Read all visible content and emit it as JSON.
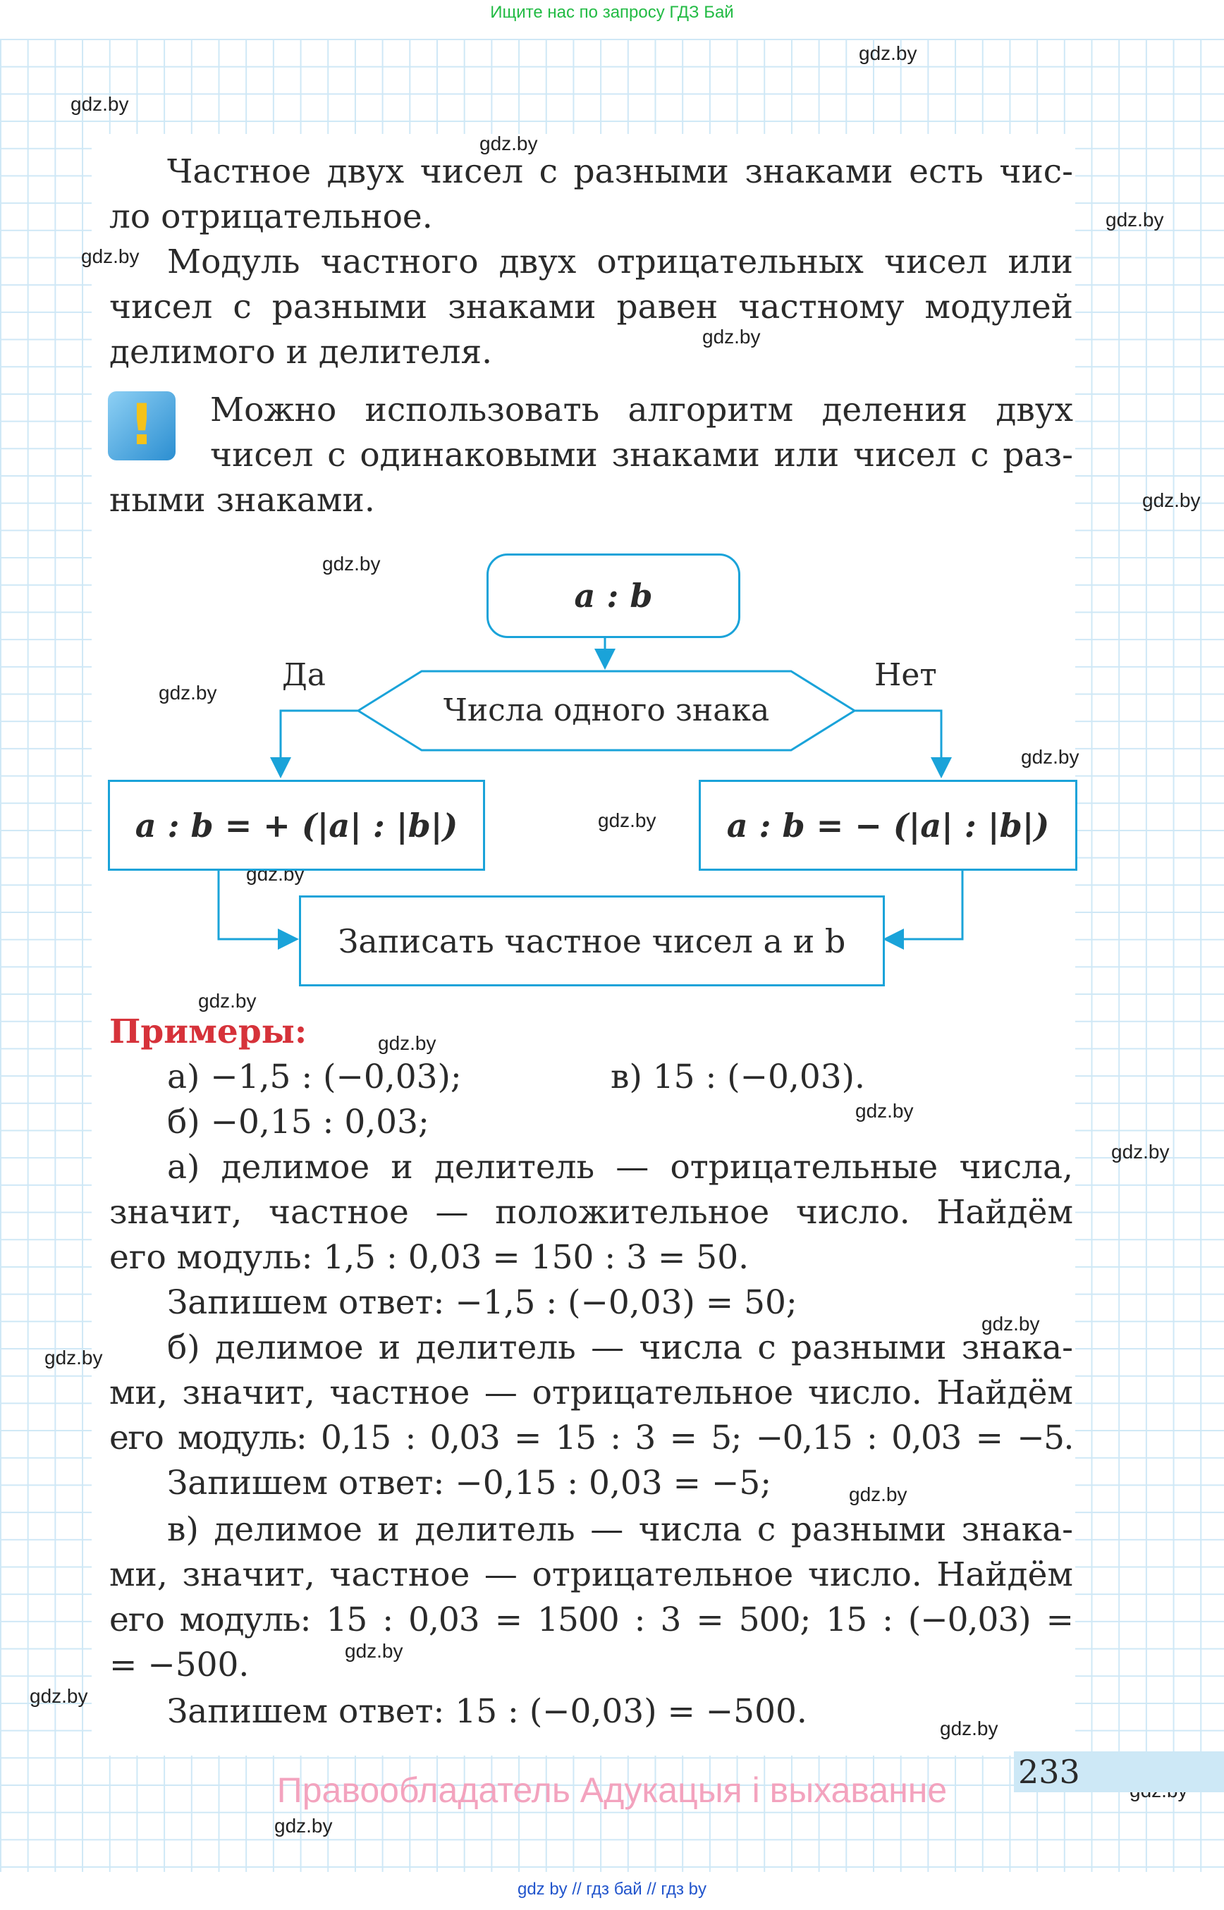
{
  "header": {
    "banner": "Ищите нас по запросу ГДЗ Бай"
  },
  "watermarks": [
    "gdz.by"
  ],
  "rules": {
    "line1": "Частное двух чисел с разными знаками есть чис-",
    "line2": "ло отрицательное.",
    "line3": "Модуль частного двух отрицательных чисел или",
    "line4": "чисел с разными знаками равен частному модулей",
    "line5": "делимого и делителя."
  },
  "note": {
    "icon": "exclamation-icon",
    "line1": "Можно использовать алгоритм деления двух",
    "line2": "чисел с одинаковыми знаками или чисел с раз-",
    "line3": "ными знаками."
  },
  "flowchart": {
    "start": "a : b",
    "decision": "Числа одного знака",
    "yes": "Да",
    "no": "Нет",
    "left_box": "a : b = + (|a| : |b|)",
    "right_box": "a : b = − (|a| : |b|)",
    "end": "Записать частное чисел a и b",
    "color": "#1aa3d9"
  },
  "examples": {
    "header": "Примеры:",
    "task_a": "а) −1,5 : (−0,03);",
    "task_v": "в) 15 : (−0,03).",
    "task_b": "б) −0,15 : 0,03;",
    "a1": "а) делимое и делитель — отрицательные числа,",
    "a2": "значит, частное — положительное число. Найдём",
    "a3": "его модуль: 1,5 : 0,03 = 150 : 3 = 50.",
    "a4": "Запишем ответ: −1,5 : (−0,03) = 50;",
    "b1": "б) делимое и делитель — числа с разными знака-",
    "b2": "ми, значит, частное — отрицательное число. Найдём",
    "b3": "его модуль: 0,15 : 0,03 = 15 : 3 = 5; −0,15 : 0,03 = −5.",
    "b4": "Запишем ответ: −0,15 : 0,03 = −5;",
    "v1": "в) делимое и делитель — числа с разными знака-",
    "v2": "ми, значит, частное — отрицательное число. Найдём",
    "v3": "его модуль: 15 : 0,03 = 1500 : 3 = 500; 15 : (−0,03) =",
    "v4": "= −500.",
    "v5": "Запишем ответ: 15 : (−0,03) = −500."
  },
  "footer": {
    "page_number": "233",
    "copyright": "Правообладатель Адукацыя і выхаванне",
    "links": "gdz by  //  гдз бай  //  гдз by"
  }
}
